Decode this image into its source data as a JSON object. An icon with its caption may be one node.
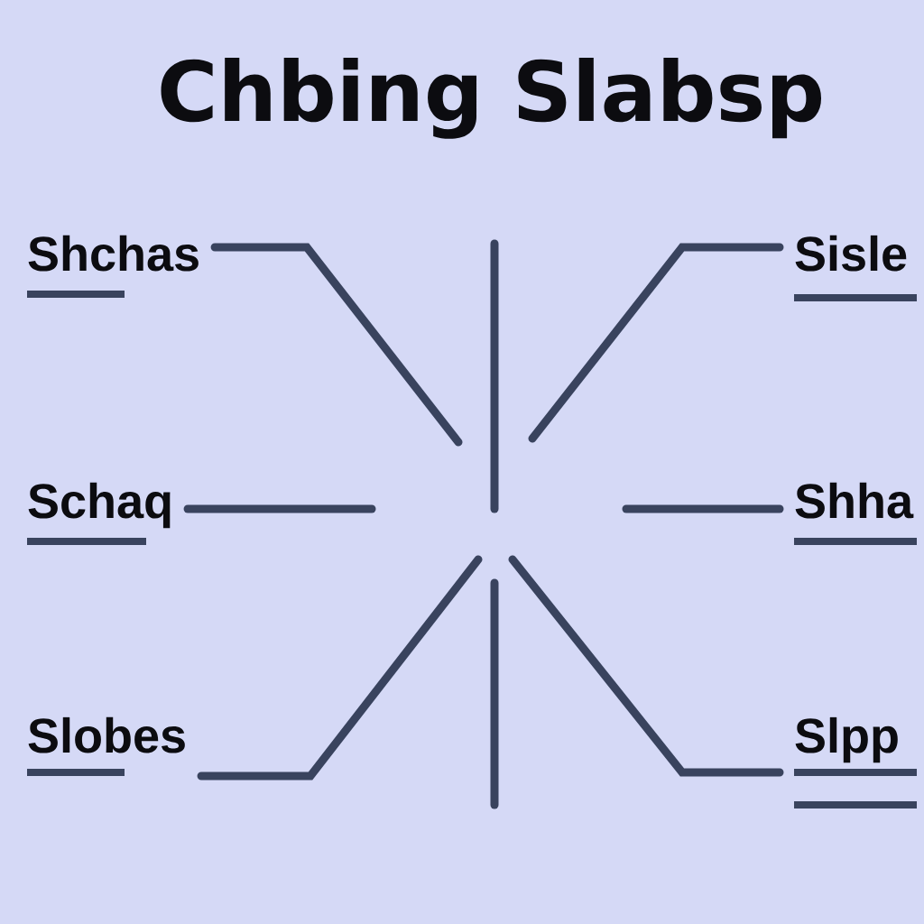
{
  "diagram": {
    "title": "Chbing Slabsp",
    "nodes": [
      {
        "text": [
          "Shchas"
        ]
      },
      {
        "text": [
          "Sisle"
        ]
      },
      {
        "text": [
          "Schaq"
        ]
      },
      {
        "text": [
          "Shha"
        ]
      },
      {
        "text": [
          "Slobes"
        ]
      },
      {
        "text": [
          "Slpp"
        ]
      }
    ],
    "edges": [
      {
        "from": 0,
        "to": null,
        "arrow": "none"
      },
      {
        "from": 1,
        "to": null,
        "arrow": "none"
      },
      {
        "from": 2,
        "to": null,
        "arrow": "none"
      },
      {
        "from": 3,
        "to": null,
        "arrow": "none"
      },
      {
        "from": 4,
        "to": null,
        "arrow": "none"
      },
      {
        "from": 5,
        "to": null,
        "arrow": "none"
      }
    ]
  }
}
